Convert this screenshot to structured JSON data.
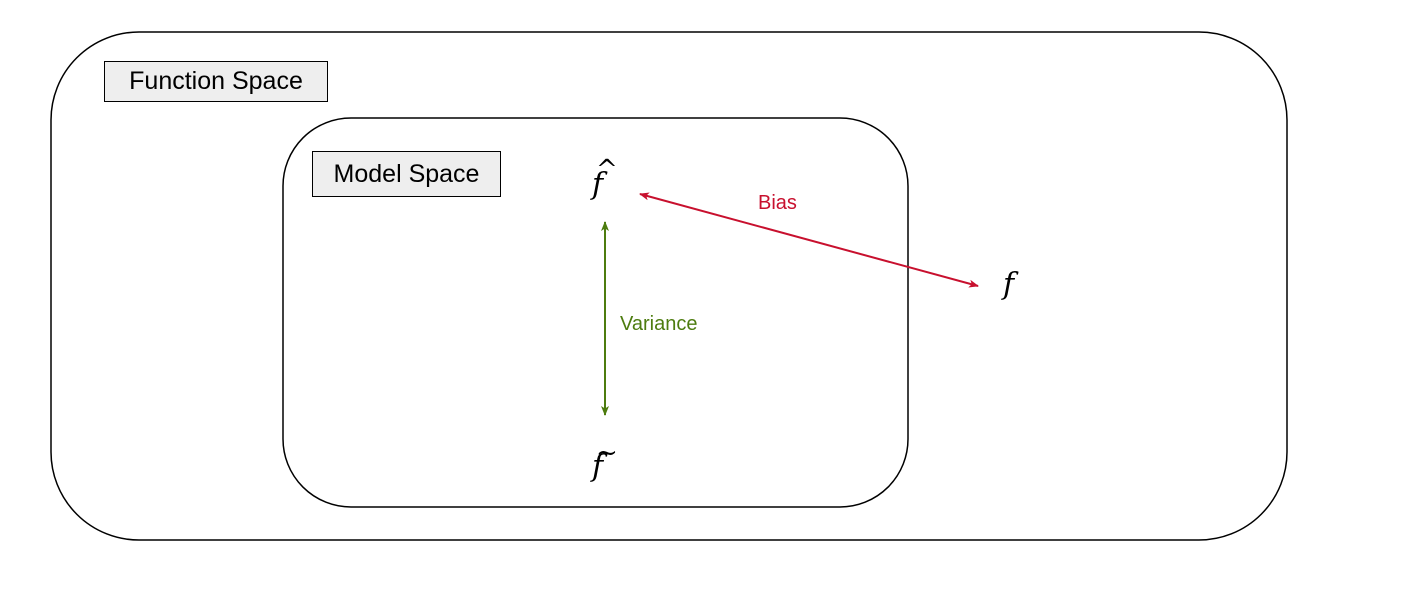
{
  "function_space": {
    "label": "Function Space"
  },
  "model_space": {
    "label": "Model Space"
  },
  "nodes": {
    "f_hat": {
      "symbol": "f",
      "accent": "^"
    },
    "f_tilde": {
      "symbol": "f",
      "accent": "~"
    },
    "f_true": {
      "symbol": "f"
    }
  },
  "edges": {
    "bias": {
      "label": "Bias",
      "color": "#c8102e"
    },
    "variance": {
      "label": "Variance",
      "color": "#4d7c0f"
    }
  },
  "colors": {
    "outline": "#000000",
    "label_fill": "#eeeeee"
  }
}
